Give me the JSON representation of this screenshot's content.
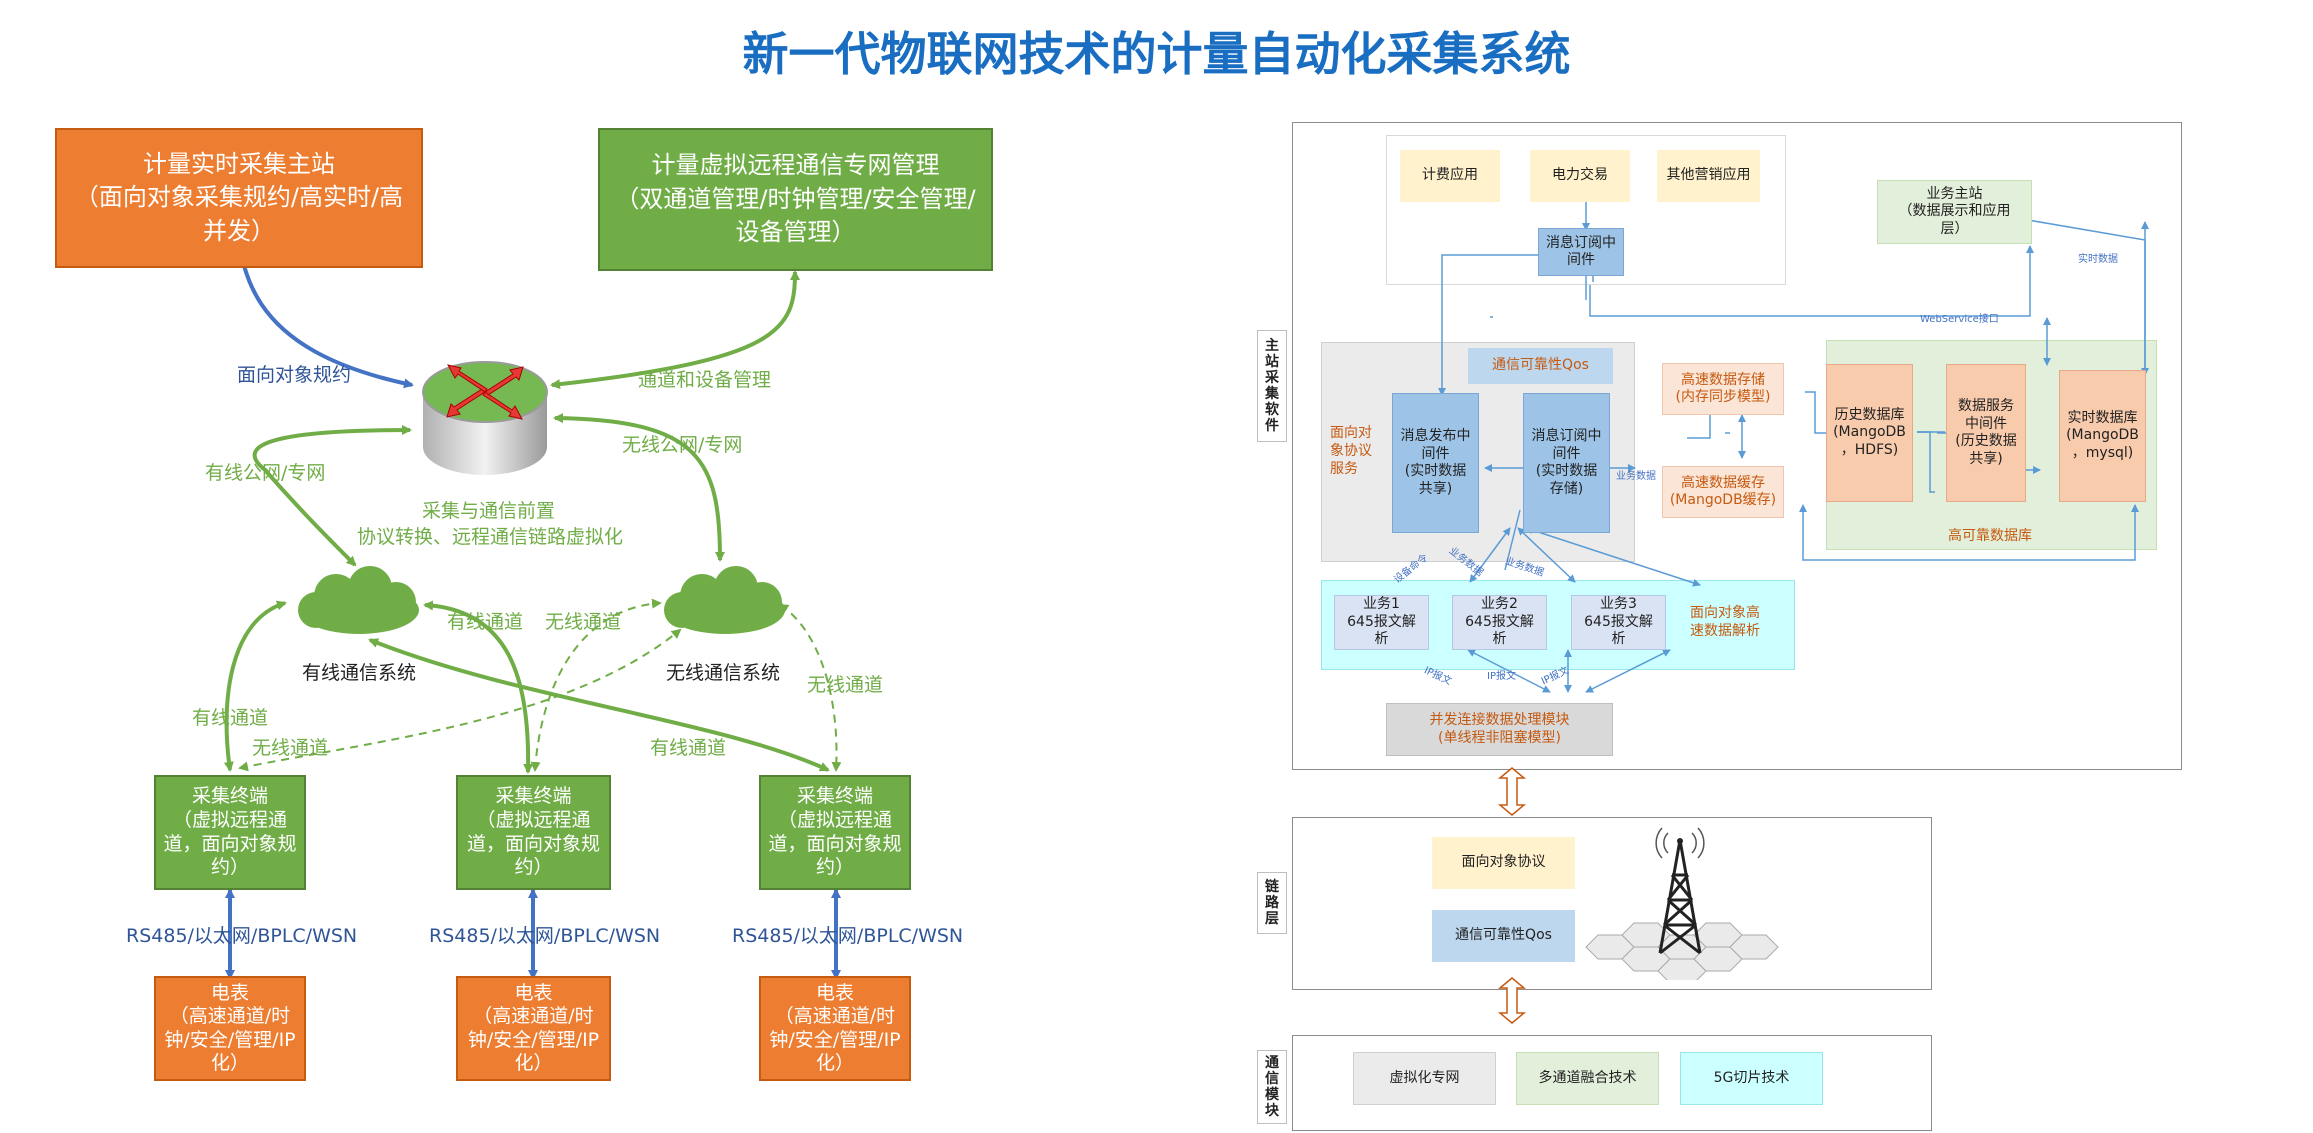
{
  "title": "新一代物联网技术的计量自动化采集系统",
  "left": {
    "master_station": "计量实时采集主站\n（面向对象采集规约/高实时/高\n并发）",
    "virtual_network_mgmt": "计量虚拟远程通信专网管理\n（双通道管理/时钟管理/安全管理/\n设备管理）",
    "label_object_protocol": "面向对象规约",
    "label_channel_mgmt": "通道和设备管理",
    "label_wired_public": "有线公网/专网",
    "label_wireless_public": "无线公网/专网",
    "front_end_title": "采集与通信前置",
    "front_end_desc": "协议转换、远程通信链路虚拟化",
    "wired_system": "有线通信系统",
    "wireless_system": "无线通信系统",
    "wired_channel": "有线通道",
    "wireless_channel": "无线通道",
    "terminal": "采集终端\n（虚拟远程通\n道，面向对象规\n约）",
    "protocol": "RS485/以太网/BPLC/WSN",
    "meter": "电表\n（高速通道/时\n钟/安全/管理/IP\n化）"
  },
  "right": {
    "side_master": "主\n站\n采\n集\n软\n件",
    "side_link": "链\n路\n层",
    "side_comm": "通\n信\n模\n块",
    "apps": [
      "计费应用",
      "电力交易",
      "其他营销应用"
    ],
    "msg_sub_top": "消息订阅中\n间件",
    "business_master": "业务主站\n（数据展示和应用\n层）",
    "webservice": "WebService接口",
    "realtime_data": "实时数据",
    "comm_qos": "通信可靠性Qos",
    "object_protocol_service": "面向对\n象协议\n服务",
    "msg_pub": "消息发布中\n间件\n(实时数据\n共享)",
    "msg_sub": "消息订阅中\n间件\n(实时数据\n存储)",
    "hs_storage": "高速数据存储\n(内存同步模型)",
    "hs_cache": "高速数据缓存\n(MangoDB缓存)",
    "business_data": "业务数据",
    "history_db": "历史数据库\n(MangoDB\n，HDFS)",
    "data_service": "数据服务\n中间件\n(历史数据\n共享)",
    "realtime_db": "实时数据库\n(MangoDB\n，mysql)",
    "ha_db": "高可靠数据库",
    "services": [
      "业务1\n645报文解\n析",
      "业务2\n645报文解\n析",
      "业务3\n645报文解\n析"
    ],
    "parse_label": "面向对象高\n速数据解析",
    "arrow_labels": [
      "设备命令",
      "业务数据",
      "业务数据"
    ],
    "ip_labels": [
      "IP报文",
      "IP报文",
      "IP报文"
    ],
    "concurrent": "并发连接数据处理模块\n(单线程非阻塞模型)",
    "link_object_protocol": "面向对象协议",
    "link_qos": "通信可靠性Qos",
    "modules": [
      "虚拟化专网",
      "多通道融合技术",
      "5G切片技术"
    ]
  },
  "colors": {
    "title_blue": "#1a6ec2",
    "orange": "#ed7d31",
    "green": "#70ad47",
    "arrow_blue": "#4472c4"
  },
  "icons": [
    "router-icon",
    "wired-cloud-icon",
    "wireless-cloud-icon",
    "signal-tower-icon",
    "hex-grid-icon"
  ]
}
